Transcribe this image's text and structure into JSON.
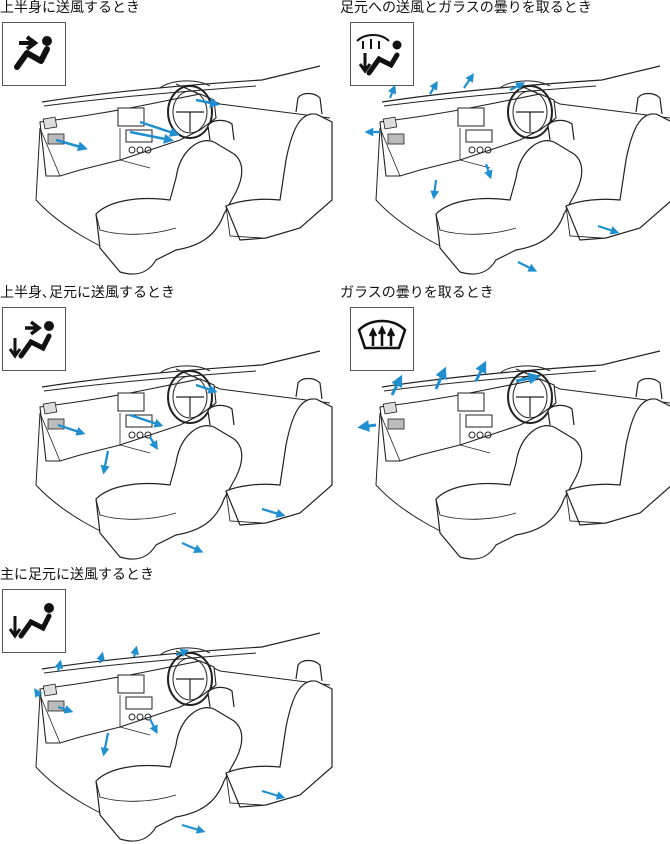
{
  "panels": [
    {
      "title": "上半身に送風するとき",
      "icon": "face-vent-icon"
    },
    {
      "title": "足元への送風とガラスの曇りを取るとき",
      "icon": "foot-defrost-icon"
    },
    {
      "title": "上半身､足元に送風するとき",
      "icon": "bi-level-icon"
    },
    {
      "title": "ガラスの曇りを取るとき",
      "icon": "defrost-icon"
    },
    {
      "title": "主に足元に送風するとき",
      "icon": "foot-vent-icon"
    }
  ],
  "colors": {
    "airflow": "#1f8fd0",
    "line": "#222222"
  }
}
